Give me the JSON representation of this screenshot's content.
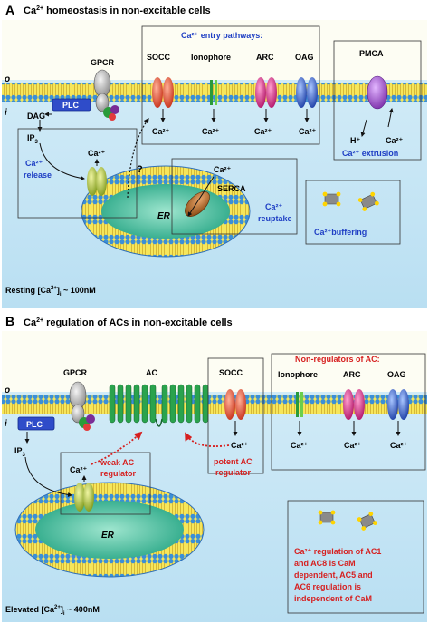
{
  "panelA": {
    "letter": "A",
    "title_pre": "Ca",
    "title_sup": "2+",
    "title_post": " homeostasis in non-excitable cells",
    "side_out": "o",
    "side_in": "i",
    "gpcr": "GPCR",
    "plc": "PLC",
    "dag": "DAG",
    "ip": "IP",
    "ip_sub": "3",
    "entry_title": "Ca²⁺ entry pathways:",
    "socc": "SOCC",
    "ionophore": "Ionophore",
    "arc": "ARC",
    "oag": "OAG",
    "pmca": "PMCA",
    "h_plus": "H⁺",
    "ca": "Ca²⁺",
    "extrusion": "Ca²⁺ extrusion",
    "release_1": "Ca²⁺",
    "release_2": "release",
    "question": "?",
    "serca": "SERCA",
    "reuptake_1": "Ca²⁺",
    "reuptake_2": "reuptake",
    "er": "ER",
    "buffering": "Ca²⁺buffering",
    "resting_pre": "Resting [Ca",
    "resting_sup": "2+",
    "resting_mid": "]",
    "resting_sub": "i",
    "resting_post": " ~ 100nM"
  },
  "panelB": {
    "letter": "B",
    "title_pre": "Ca",
    "title_sup": "2+",
    "title_post": " regulation of ACs in non-excitable cells",
    "side_out": "o",
    "side_in": "i",
    "gpcr": "GPCR",
    "ac": "AC",
    "socc": "SOCC",
    "nonreg_title": "Non-regulators of AC:",
    "ionophore": "Ionophore",
    "arc": "ARC",
    "oag": "OAG",
    "plc": "PLC",
    "ip": "IP",
    "ip_sub": "3",
    "ca": "Ca²⁺",
    "weak_1": "weak AC",
    "weak_2": "regulator",
    "potent_1": "potent AC",
    "potent_2": "regulator",
    "er": "ER",
    "reg_1": "Ca²⁺ regulation of AC1",
    "reg_2": "and AC8 is CaM",
    "reg_3": "dependent, AC5 and",
    "reg_4": "AC6 regulation is",
    "reg_5": "independent of CaM",
    "elev_pre": "Elevated [Ca",
    "elev_sup": "2+",
    "elev_mid": "]",
    "elev_sub": "i",
    "elev_post": " ~ 400nM"
  },
  "colors": {
    "membrane_yellow": "#f3e24a",
    "head_blue": "#3a8fd8",
    "cytosol": "#cde9f7",
    "er_lumen": "#4fc1a3",
    "title_blue": "#1f3fc4",
    "alert_red": "#d61f1f",
    "ac_green": "#1e8a3c"
  }
}
